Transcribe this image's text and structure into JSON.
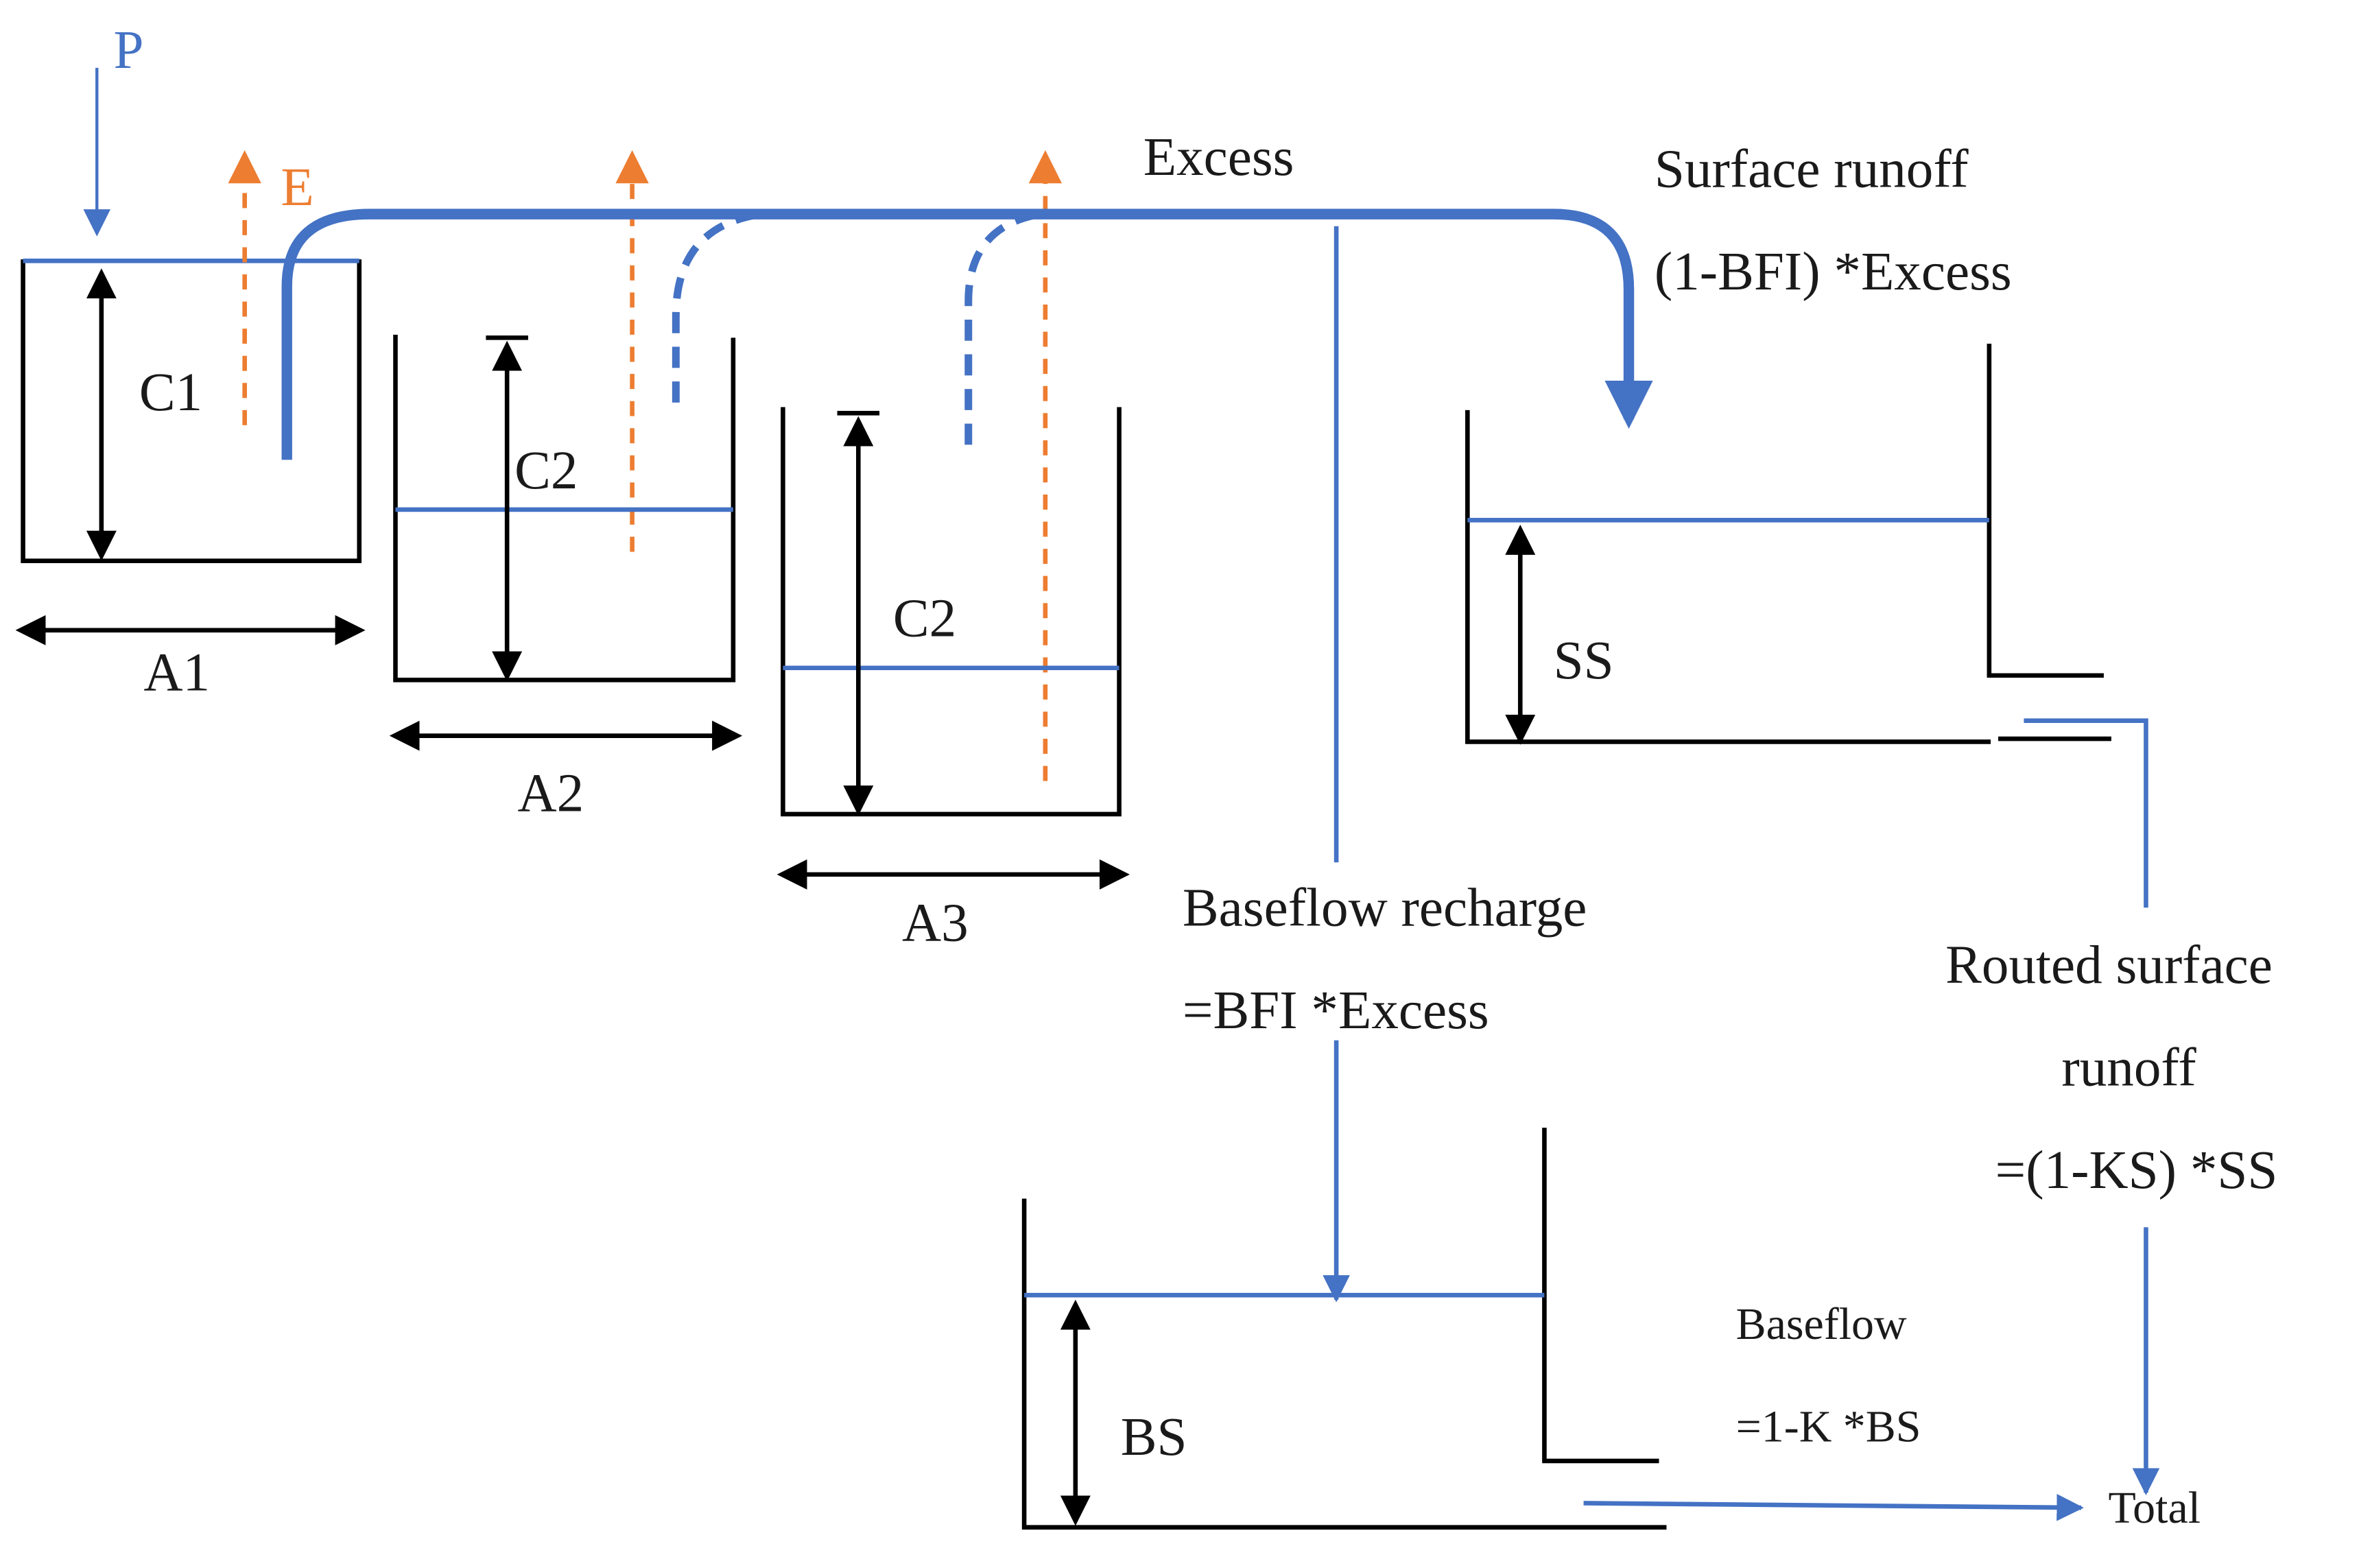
{
  "diagram": {
    "labels": {
      "p": "P",
      "e": "E",
      "excess": "Excess",
      "c1": "C1",
      "c2_a": "C2",
      "c2_b": "C2",
      "a1": "A1",
      "a2": "A2",
      "a3": "A3",
      "surface_runoff": "Surface runoff",
      "surface_runoff_formula": "(1-BFI) *Excess",
      "ss": "SS",
      "baseflow_recharge": "Baseflow recharge",
      "baseflow_recharge_formula": "=BFI *Excess",
      "routed_line1": "Routed surface",
      "routed_line2": "runoff",
      "routed_formula": "=(1-KS) *SS",
      "bs": "BS",
      "baseflow": "Baseflow",
      "baseflow_formula": "=1-K *BS",
      "total": "Total"
    },
    "colors": {
      "water": "#4472C4",
      "evaporation": "#ED7D31",
      "structure": "#000000",
      "text": "#1a1a1a"
    }
  }
}
